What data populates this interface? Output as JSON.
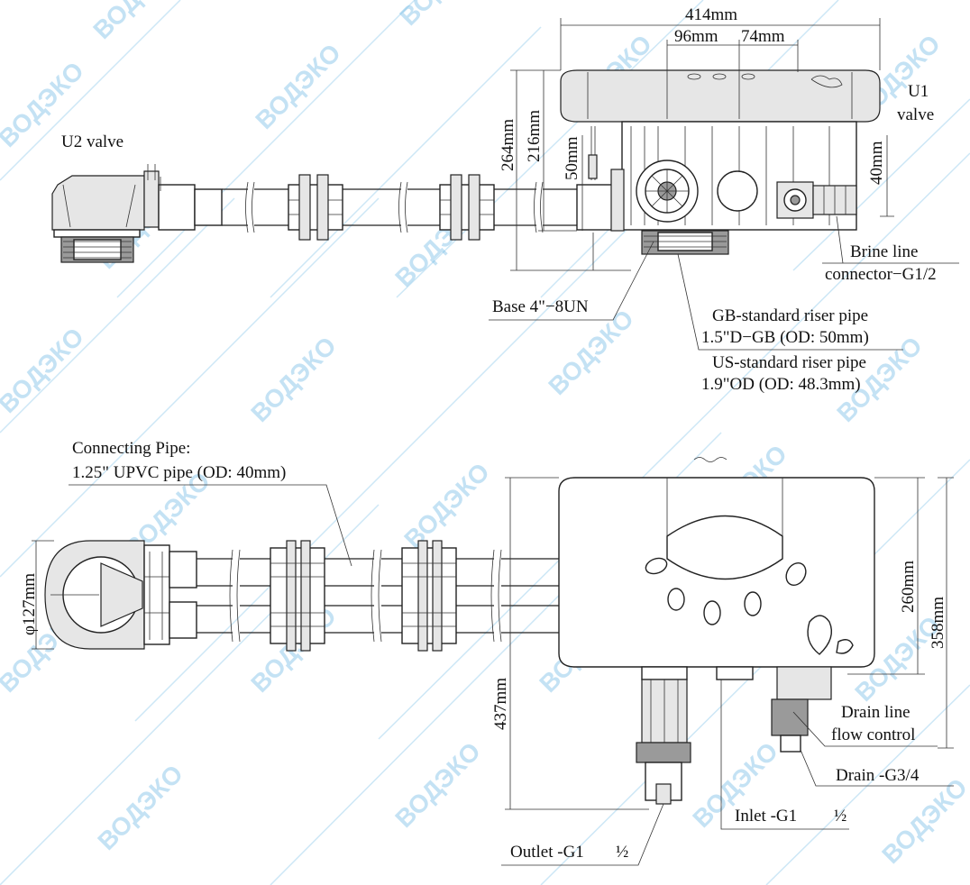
{
  "watermark": "ВОДЭКО",
  "top_view": {
    "u1_label": "U1\nvalve",
    "u2_label": "U2 valve",
    "dim_414": "414mm",
    "dim_96": "96mm",
    "dim_74": "74mm",
    "dim_264": "264mm",
    "dim_216": "216mm",
    "dim_50": "50mm",
    "dim_40": "40mm",
    "brine_line_1": "Brine line",
    "brine_line_2": "connector−G1/2",
    "base": "Base 4\"−8UN",
    "gb_riser_1": "GB-standard riser pipe",
    "gb_riser_2": "1.5\"D−GB (OD: 50mm)",
    "us_riser_1": "US-standard riser pipe",
    "us_riser_2": "1.9\"OD (OD: 48.3mm)"
  },
  "bottom_view": {
    "connecting_pipe_1": "Connecting Pipe:",
    "connecting_pipe_2": "1.25\" UPVC pipe (OD: 40mm)",
    "dim_127": "φ127mm",
    "dim_260": "260mm",
    "dim_358": "358mm",
    "dim_437": "437mm",
    "drain_flow_1": "Drain line",
    "drain_flow_2": "flow control",
    "drain": "Drain -G3/4",
    "inlet": "Inlet -G1",
    "outlet": "Outlet -G1",
    "half": "½"
  }
}
